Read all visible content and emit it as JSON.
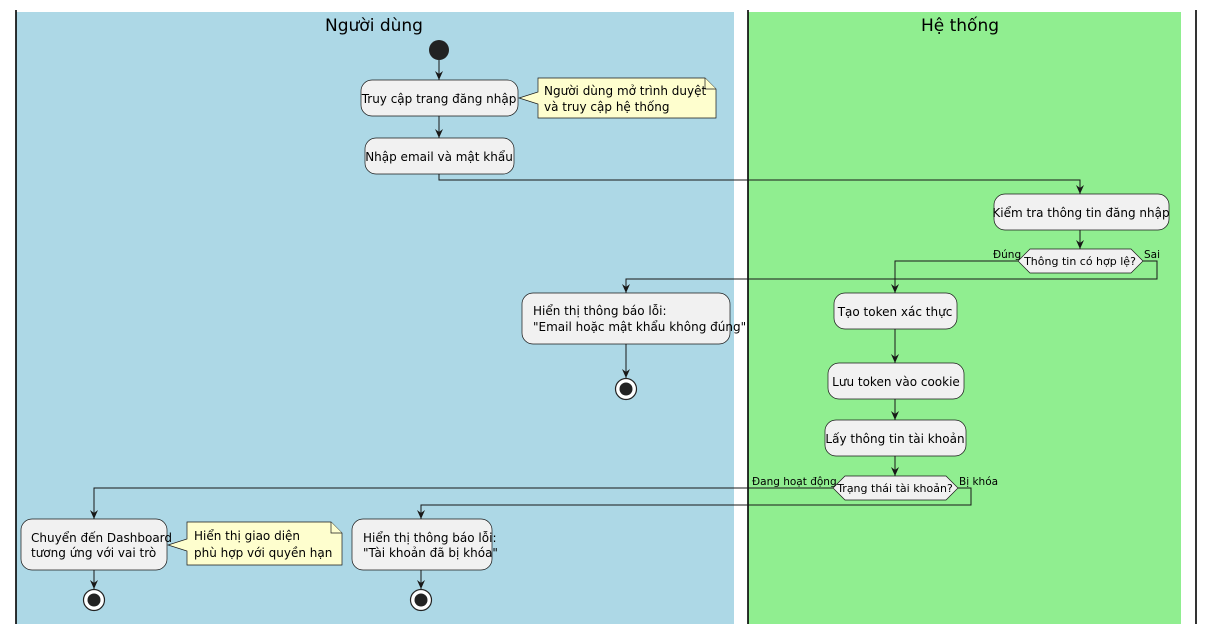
{
  "lanes": {
    "user": {
      "title": "Người dùng",
      "color": "#add8e6"
    },
    "system": {
      "title": "Hệ thống",
      "color": "#90ee90"
    }
  },
  "activities": {
    "access_login": "Truy cập trang đăng nhập",
    "enter_credentials": "Nhập email và mật khẩu",
    "check_login": "Kiểm tra thông tin đăng nhập",
    "error_credentials": [
      "Hiển thị thông báo lỗi:",
      "\"Email hoặc mật khẩu không đúng\""
    ],
    "create_token": "Tạo token xác thực",
    "save_cookie": "Lưu token vào cookie",
    "get_account": "Lấy thông tin tài khoản",
    "go_dashboard": [
      "Chuyển đến Dashboard",
      "tương ứng với vai trò"
    ],
    "error_locked": [
      "Hiển thị thông báo lỗi:",
      "\"Tài khoản đã bị khóa\""
    ]
  },
  "notes": {
    "access_note": [
      "Người dùng mở trình duyệt",
      "và truy cập hệ thống"
    ],
    "dashboard_note": [
      "Hiển thị giao diện",
      "phù hợp với quyền hạn"
    ]
  },
  "decisions": {
    "valid": {
      "question": "Thông tin có hợp lệ?",
      "yes": "Đúng",
      "no": "Sai"
    },
    "status": {
      "question": "Trạng thái tài khoản?",
      "yes": "Đang hoạt động",
      "no": "Bị khóa"
    }
  }
}
